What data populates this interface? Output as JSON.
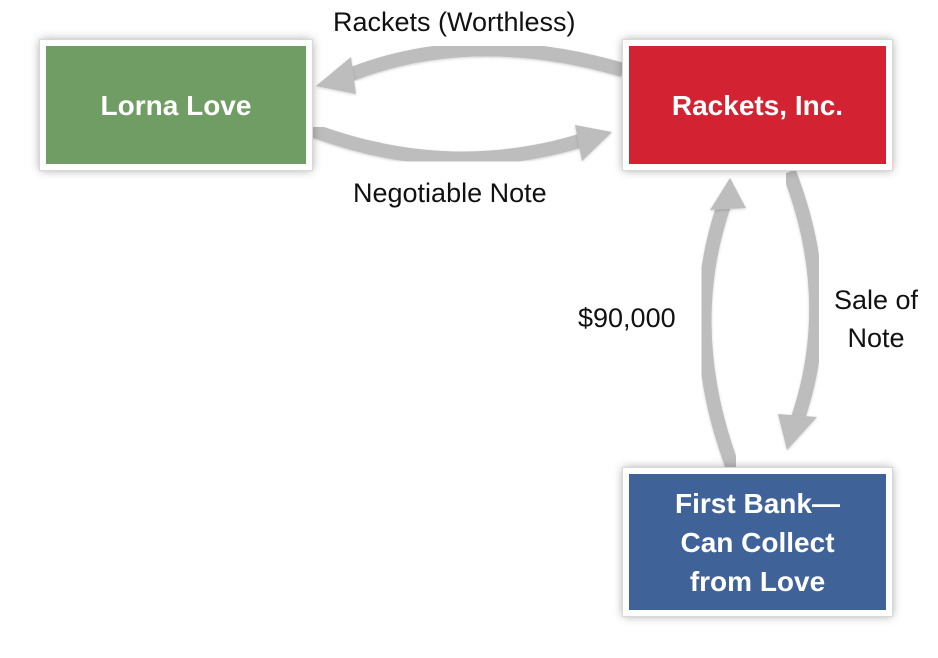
{
  "diagram": {
    "nodes": {
      "lorna": {
        "label": "Lorna Love",
        "color": "#6f9d63"
      },
      "rackets": {
        "label": "Rackets, Inc.",
        "color": "#d32332"
      },
      "bank": {
        "label": "First Bank—\nCan Collect\nfrom Love",
        "color": "#3f6299"
      }
    },
    "edges": {
      "rackets_to_lorna": "Rackets (Worthless)",
      "lorna_to_rackets": "Negotiable Note",
      "bank_to_rackets": "$90,000",
      "rackets_to_bank": "Sale of\nNote"
    },
    "arrow_color": "#bdbdbd"
  }
}
